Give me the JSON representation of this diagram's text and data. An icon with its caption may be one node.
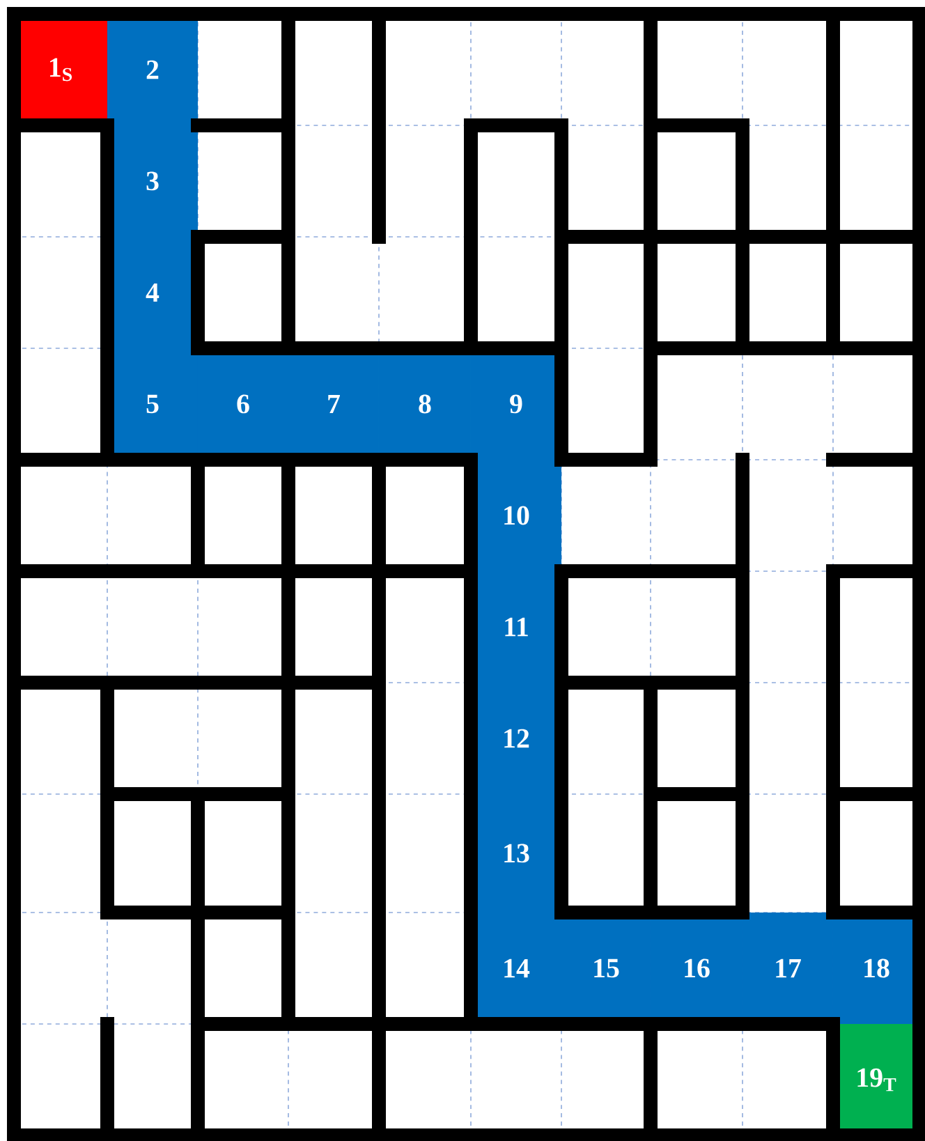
{
  "diagram": {
    "nodes": [
      {
        "text": [
          "1$_{S}$"
        ]
      },
      {
        "text": [
          "2"
        ]
      },
      {
        "text": [
          "3"
        ]
      },
      {
        "text": [
          "4"
        ]
      },
      {
        "text": [
          "5"
        ]
      },
      {
        "text": [
          "6"
        ]
      },
      {
        "text": [
          "7"
        ]
      },
      {
        "text": [
          "8"
        ]
      },
      {
        "text": [
          "9"
        ]
      },
      {
        "text": [
          "10"
        ]
      },
      {
        "text": [
          "11"
        ]
      },
      {
        "text": [
          "12"
        ]
      },
      {
        "text": [
          "13"
        ]
      },
      {
        "text": [
          "14"
        ]
      },
      {
        "text": [
          "15"
        ]
      },
      {
        "text": [
          "16"
        ]
      },
      {
        "text": [
          "17"
        ]
      },
      {
        "text": [
          "18"
        ]
      },
      {
        "text": [
          "19$_{T}$"
        ]
      }
    ]
  }
}
